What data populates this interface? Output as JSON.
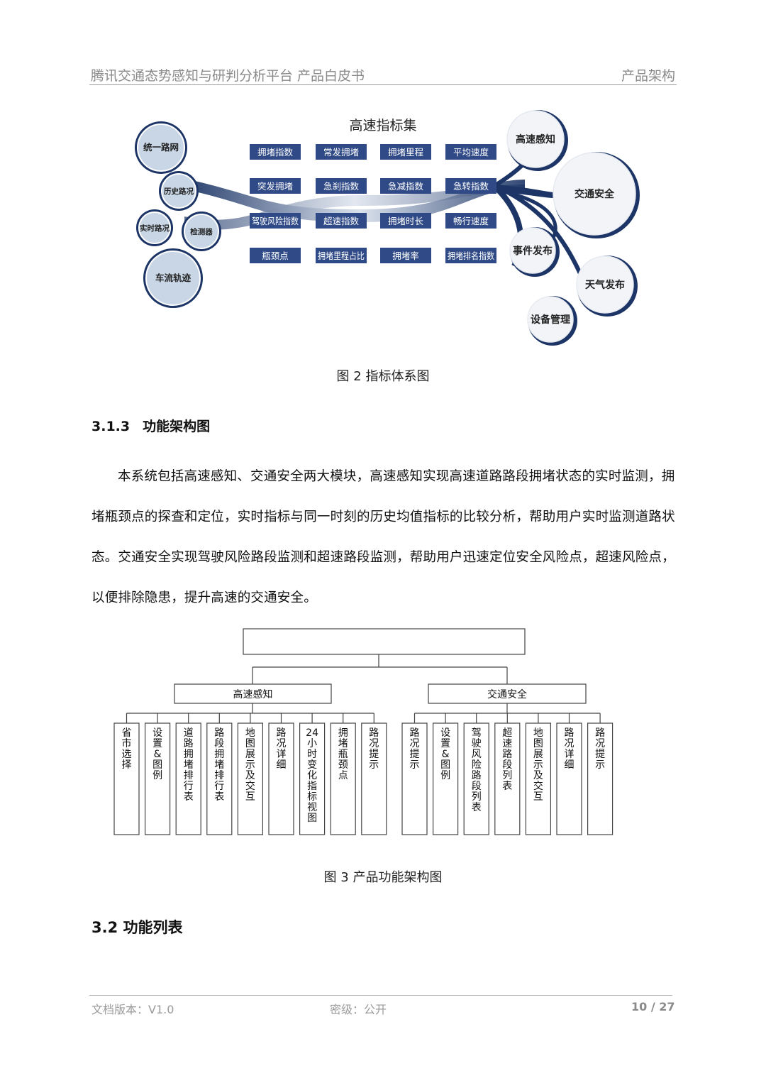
{
  "header": {
    "title": "腾讯交通态势感知与研判分析平台  产品白皮书",
    "section": "产品架构"
  },
  "figure2": {
    "center_title": "高速指标集",
    "sources": [
      "统一路网",
      "历史路况",
      "实时路况",
      "检测器",
      "车流轨迹"
    ],
    "indicators": [
      "拥堵指数",
      "常发拥堵",
      "拥堵里程",
      "平均速度",
      "突发拥堵",
      "急刹指数",
      "急减指数",
      "急转指数",
      "驾驶风险指数",
      "超速指数",
      "拥堵时长",
      "畅行速度",
      "瓶颈点",
      "拥堵里程占比",
      "拥堵率",
      "拥堵排名指数"
    ],
    "outputs": [
      "高速感知",
      "交通安全",
      "事件发布",
      "天气发布",
      "设备管理"
    ],
    "caption": "图 2  指标体系图",
    "colors": {
      "box": "#2f4a86",
      "circle": "#c8d6e6",
      "ring": "#1c3566"
    }
  },
  "section_313": {
    "number": "3.1.3",
    "title": "功能架构图",
    "paragraph": "本系统包括高速感知、交通安全两大模块，高速感知实现高速道路路段拥堵状态的实时监测，拥堵瓶颈点的探查和定位，实时指标与同一时刻的历史均值指标的比较分析，帮助用户实时监测道路状态。交通安全实现驾驶风险路段监测和超速路段监测，帮助用户迅速定位安全风险点，超速风险点，以便排除隐患，提升高速的交通安全。"
  },
  "figure3": {
    "root_label": "",
    "modules": [
      {
        "name": "高速感知",
        "children": [
          "省市选择",
          "设置&图例",
          "道路拥堵排行表",
          "路段拥堵排行表",
          "地图展示及交互",
          "路况详细",
          "24小时变化指标视图",
          "拥堵瓶颈点",
          "路况提示"
        ]
      },
      {
        "name": "交通安全",
        "children": [
          "路况提示",
          "设置&图例",
          "驾驶风险路段列表",
          "超速路段列表",
          "地图展示及交互",
          "路况详细",
          "路况提示"
        ]
      }
    ],
    "caption": "图 3  产品功能架构图"
  },
  "section_32": {
    "number": "3.2",
    "title": "功能列表"
  },
  "footer": {
    "version": "文档版本：V1.0",
    "security": "密级：公开",
    "page": "10  /  27"
  }
}
